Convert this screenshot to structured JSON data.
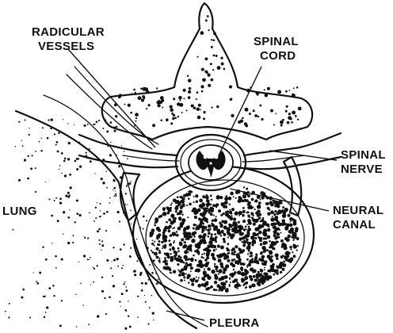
{
  "diagram": {
    "labels": {
      "radicular_vessels_1": "RADICULAR",
      "radicular_vessels_2": "VESSELS",
      "spinal_cord_1": "SPINAL",
      "spinal_cord_2": "CORD",
      "spinal_nerve_1": "SPINAL",
      "spinal_nerve_2": "NERVE",
      "lung": "LUNG",
      "neural_canal_1": "NEURAL",
      "neural_canal_2": "CANAL",
      "pleura": "PLEURA"
    },
    "colors": {
      "ink": "#111111",
      "background": "#ffffff"
    }
  }
}
